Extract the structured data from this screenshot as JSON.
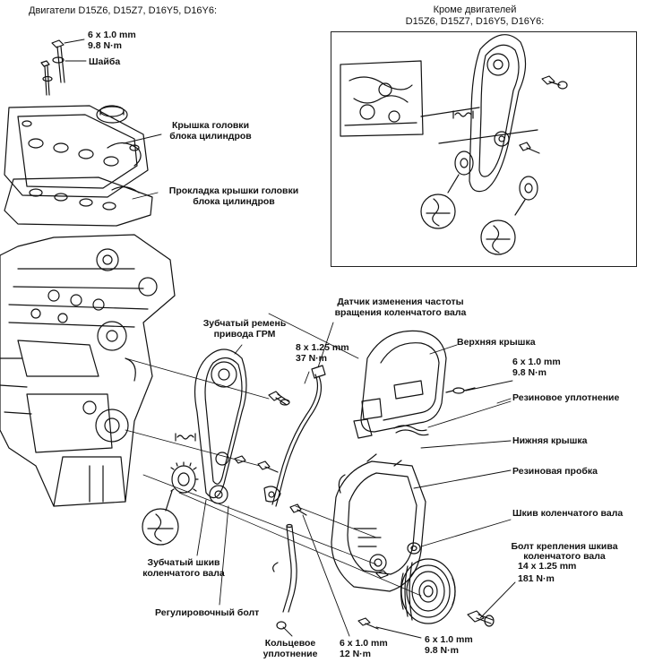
{
  "header": {
    "title": "Двигатели  D15Z6, D15Z7, D16Y5, D16Y6:"
  },
  "inset": {
    "title_line1": "Кроме двигателей",
    "title_line2": "D15Z6, D15Z7, D16Y5, D16Y6:"
  },
  "labels": {
    "torque_top_a": "6 x 1.0 mm",
    "torque_top_b": "9.8 N·m",
    "washer": "Шайба",
    "head_cover_1": "Крышка головки",
    "head_cover_2": "блока цилиндров",
    "gasket_1": "Прокладка крышки головки",
    "gasket_2": "блока цилиндров",
    "sensor_1": "Датчик изменения частоты",
    "sensor_2": "вращения коленчатого вала",
    "timing_belt_1": "Зубчатый ремень",
    "timing_belt_2": "привода ГРМ",
    "torque_mid_a": "8 x 1.25 mm",
    "torque_mid_b": "37 N·m",
    "upper_cover": "Верхняя крышка",
    "torque_right_a": "6 x 1.0 mm",
    "torque_right_b": "9.8 N·m",
    "rubber_seal": "Резиновое уплотнение",
    "lower_cover": "Нижняя крышка",
    "rubber_plug": "Резиновая пробка",
    "crank_pulley": "Шкив коленчатого вала",
    "pulley_bolt_1": "Болт крепления шкива",
    "pulley_bolt_2": "коленчатого вала",
    "pulley_bolt_3": "14 x 1.25 mm",
    "pulley_bolt_4": "181 N·m",
    "crank_sprocket_1": "Зубчатый шкив",
    "crank_sprocket_2": "коленчатого вала",
    "adjust_bolt": "Регулировочный болт",
    "o_ring_1": "Кольцевое",
    "o_ring_2": "уплотнение",
    "torque_bot_left_a": "6 x 1.0 mm",
    "torque_bot_left_b": "12 N·m",
    "torque_bot_right_a": "6 x 1.0 mm",
    "torque_bot_right_b": "9.8 N·m"
  }
}
